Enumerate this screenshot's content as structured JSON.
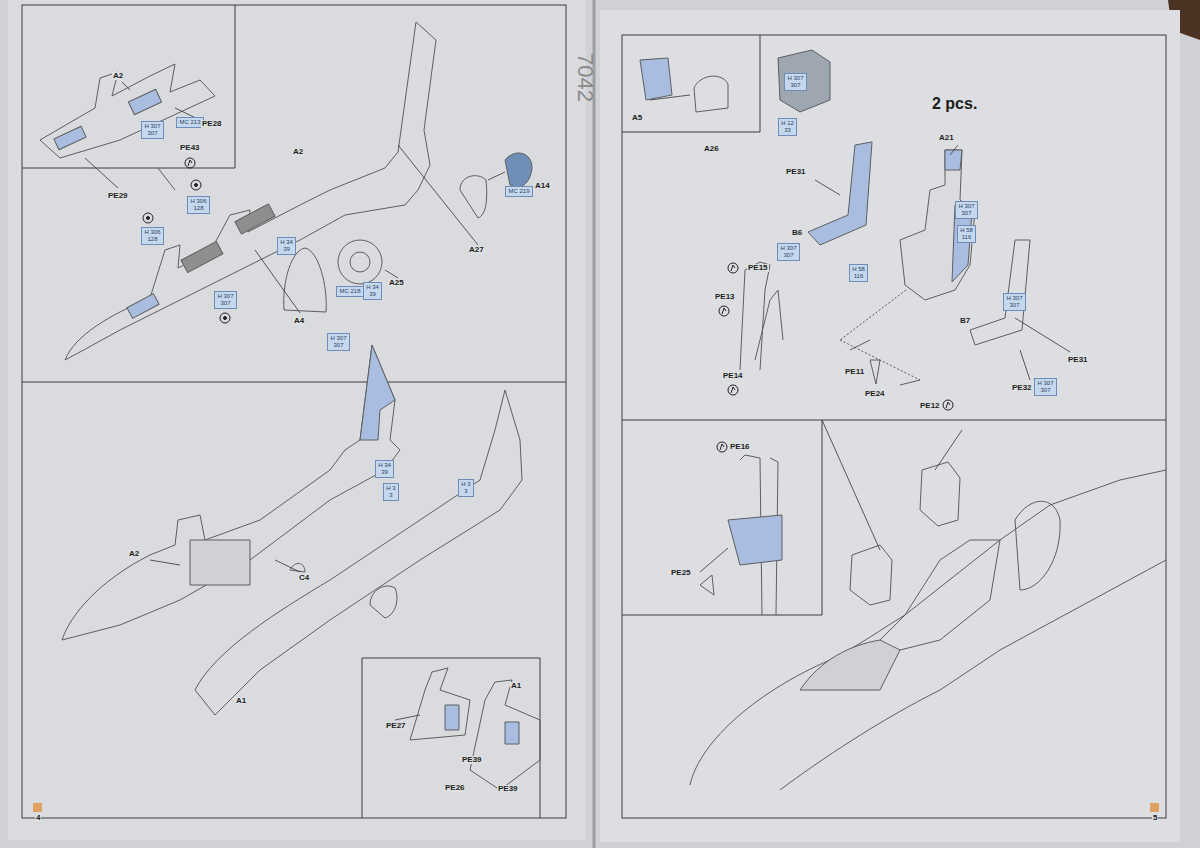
{
  "diagram": {
    "nodes": [
      {
        "text": [
          "H 307",
          "307"
        ]
      },
      {
        "text": [
          "MC 213"
        ]
      },
      {
        "text": [
          "H 306",
          "128"
        ]
      },
      {
        "text": [
          "H 306",
          "128"
        ]
      },
      {
        "text": [
          "H 34",
          "39"
        ]
      },
      {
        "text": [
          "H 307",
          "307"
        ]
      },
      {
        "text": [
          "H 307",
          "307"
        ]
      },
      {
        "text": [
          "MC 218"
        ]
      },
      {
        "text": [
          "H 34",
          "39"
        ]
      },
      {
        "text": [
          "MC 219"
        ]
      },
      {
        "text": [
          "H 34",
          "39"
        ]
      },
      {
        "text": [
          "H 3",
          "3"
        ]
      },
      {
        "text": [
          "H 3",
          "3"
        ]
      },
      {
        "text": [
          "H 307",
          "307"
        ]
      },
      {
        "text": [
          "H 12",
          "33"
        ]
      },
      {
        "text": [
          "H 307",
          "307"
        ]
      },
      {
        "text": [
          "H 58",
          "116"
        ]
      },
      {
        "text": [
          "H 307",
          "307"
        ]
      },
      {
        "text": [
          "H 58",
          "116"
        ]
      },
      {
        "text": [
          "H 307",
          "307"
        ]
      },
      {
        "text": [
          "H 307",
          "307"
        ]
      }
    ],
    "labels": [
      "7042",
      "A2",
      "PE28",
      "PE43",
      "PE29",
      "A2",
      "A27",
      "A14",
      "A25",
      "A4",
      "A2",
      "C4",
      "A1",
      "A1",
      "PE27",
      "PE39",
      "PE26",
      "PE39",
      "4",
      "A5",
      "A26",
      "2 pcs.",
      "A21",
      "PE31",
      "B6",
      "PE15",
      "PE13",
      "PE14",
      "PE11",
      "PE24",
      "PE12",
      "B7",
      "PE31",
      "PE32",
      "PE16",
      "PE25",
      "5"
    ]
  }
}
